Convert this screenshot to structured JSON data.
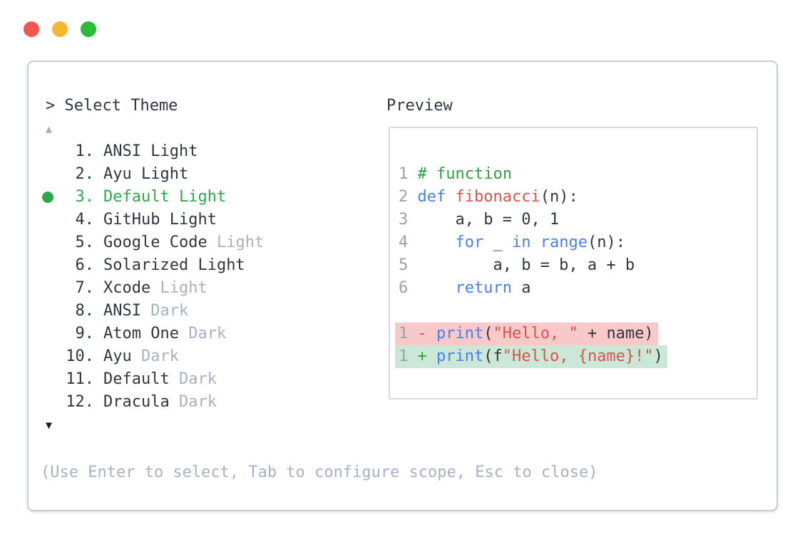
{
  "window": {
    "traffic_lights": [
      {
        "name": "close",
        "color_key": "red"
      },
      {
        "name": "minimize",
        "color_key": "yellow"
      },
      {
        "name": "zoom",
        "color_key": "green"
      }
    ]
  },
  "palette": {
    "text": "#30363f",
    "muted": "#a7b1c2",
    "line_number": "#9aa1ad",
    "keyword": "#4a7ff0",
    "literal_red": "#da524e",
    "comment": "#2f9e3f",
    "selected_green": "#2ea84d",
    "diff_minus": "#d9514d",
    "diff_plus": "#2f9e47",
    "removed_bg": "#f8c9c9",
    "added_bg": "#cae8d5",
    "panel_border": "#c8ccd5",
    "preview_border": "#d8dbe1",
    "scroll_up": "#a5aec1",
    "scroll_down": "#181b23",
    "traffic_red": "#f2574f",
    "traffic_yellow": "#f6b72d",
    "traffic_green": "#2abb3c"
  },
  "theme_picker": {
    "prompt": "> Select Theme",
    "scroll_up_indicator": "▲",
    "scroll_down_indicator": "▼",
    "items": [
      {
        "number": "1.",
        "name": "ANSI",
        "variant": "Light",
        "variant_muted": false,
        "selected": false
      },
      {
        "number": "2.",
        "name": "Ayu",
        "variant": "Light",
        "variant_muted": false,
        "selected": false
      },
      {
        "number": "3.",
        "name": "Default",
        "variant": "Light",
        "variant_muted": false,
        "selected": true
      },
      {
        "number": "4.",
        "name": "GitHub",
        "variant": "Light",
        "variant_muted": false,
        "selected": false
      },
      {
        "number": "5.",
        "name": "Google Code",
        "variant": "Light",
        "variant_muted": true,
        "selected": false
      },
      {
        "number": "6.",
        "name": "Solarized",
        "variant": "Light",
        "variant_muted": false,
        "selected": false
      },
      {
        "number": "7.",
        "name": "Xcode",
        "variant": "Light",
        "variant_muted": true,
        "selected": false
      },
      {
        "number": "8.",
        "name": "ANSI",
        "variant": "Dark",
        "variant_muted": true,
        "selected": false
      },
      {
        "number": "9.",
        "name": "Atom One",
        "variant": "Dark",
        "variant_muted": true,
        "selected": false
      },
      {
        "number": "10.",
        "name": "Ayu",
        "variant": "Dark",
        "variant_muted": true,
        "selected": false
      },
      {
        "number": "11.",
        "name": "Default",
        "variant": "Dark",
        "variant_muted": true,
        "selected": false
      },
      {
        "number": "12.",
        "name": "Dracula",
        "variant": "Dark",
        "variant_muted": true,
        "selected": false
      }
    ],
    "hint": "(Use Enter to select, Tab to configure scope, Esc to close)"
  },
  "preview": {
    "label": "Preview",
    "code_lines": [
      {
        "type": "code",
        "number": "1",
        "tokens": [
          [
            "# function",
            "com"
          ]
        ]
      },
      {
        "type": "code",
        "number": "2",
        "tokens": [
          [
            "def",
            "kw"
          ],
          [
            " ",
            "plain"
          ],
          [
            "fibonacci",
            "fn"
          ],
          [
            "(n):",
            "plain"
          ]
        ]
      },
      {
        "type": "code",
        "number": "3",
        "tokens": [
          [
            "    a, b = 0, 1",
            "plain"
          ]
        ]
      },
      {
        "type": "code",
        "number": "4",
        "tokens": [
          [
            "    ",
            "plain"
          ],
          [
            "for",
            "kw"
          ],
          [
            " _ ",
            "plain"
          ],
          [
            "in",
            "kw"
          ],
          [
            " ",
            "plain"
          ],
          [
            "range",
            "kw"
          ],
          [
            "(n):",
            "plain"
          ]
        ]
      },
      {
        "type": "code",
        "number": "5",
        "tokens": [
          [
            "        a, b = b, a + b",
            "plain"
          ]
        ]
      },
      {
        "type": "code",
        "number": "6",
        "tokens": [
          [
            "    ",
            "plain"
          ],
          [
            "return",
            "kw"
          ],
          [
            " a",
            "plain"
          ]
        ]
      },
      {
        "type": "blank",
        "number": "",
        "tokens": []
      },
      {
        "type": "removed",
        "number": "1",
        "tokens": [
          [
            "-",
            "minus"
          ],
          [
            " ",
            "plain"
          ],
          [
            "print",
            "kw"
          ],
          [
            "(",
            "plain"
          ],
          [
            "\"Hello, \"",
            "str"
          ],
          [
            " + name)",
            "plain"
          ]
        ]
      },
      {
        "type": "added",
        "number": "1",
        "tokens": [
          [
            "+",
            "plus"
          ],
          [
            " ",
            "plain"
          ],
          [
            "print",
            "kw"
          ],
          [
            "(f",
            "plain"
          ],
          [
            "\"Hello, {name}!\"",
            "str"
          ],
          [
            ")",
            "plain"
          ]
        ]
      }
    ]
  }
}
